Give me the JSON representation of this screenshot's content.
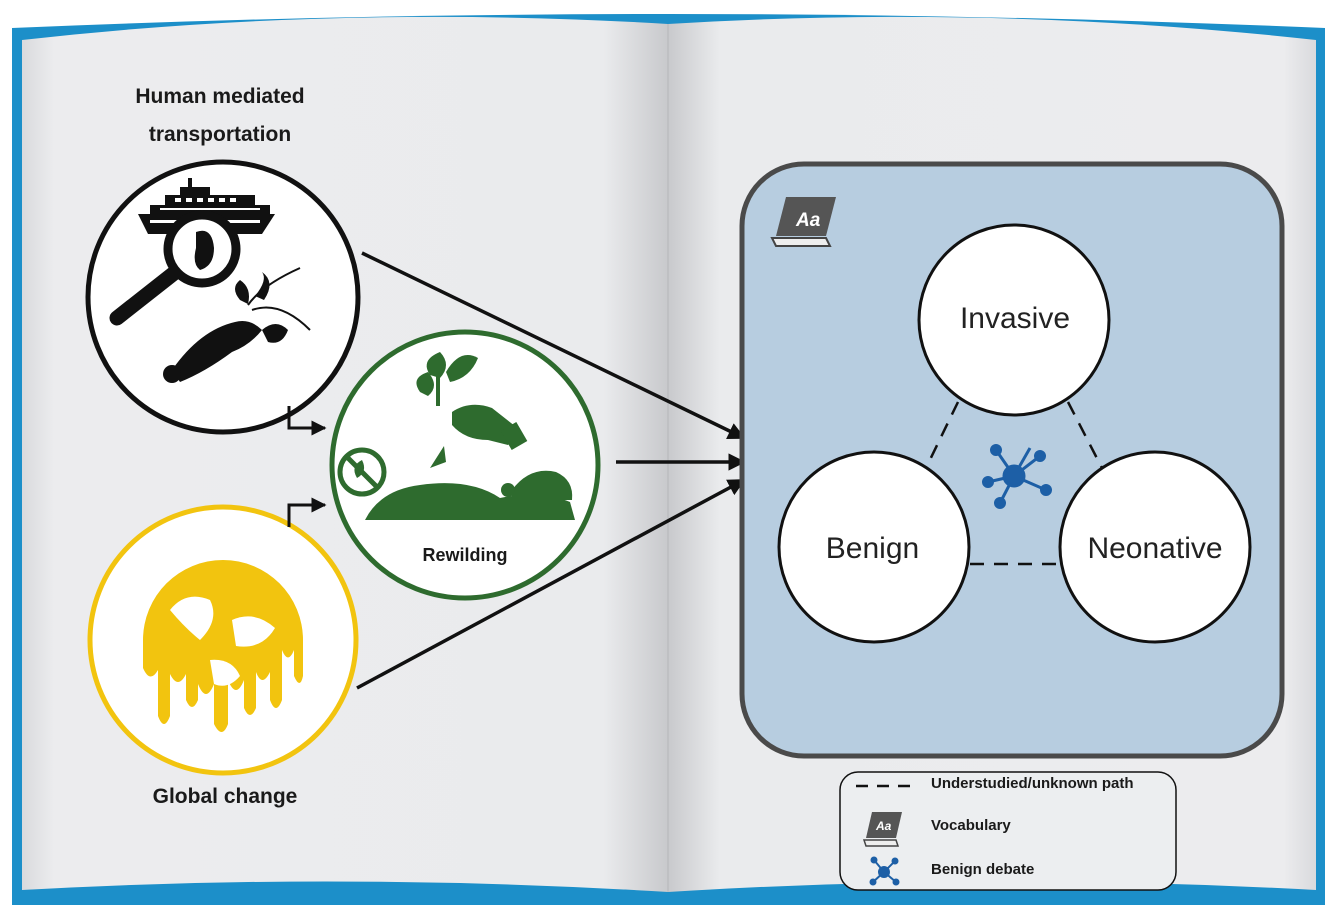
{
  "left_page": {
    "human_transport": {
      "title": "Human mediated transportation",
      "icons": [
        "cruise-ship-icon",
        "magnifier-icon",
        "lobster-icon"
      ]
    },
    "rewilding": {
      "title": "Rewilding",
      "icons": [
        "planting-hand-icon",
        "tortoise-icon",
        "no-plant-icon"
      ]
    },
    "global_change": {
      "title": "Global change",
      "icons": [
        "melting-globe-icon"
      ]
    }
  },
  "right_page": {
    "nodes": {
      "invasive": "Invasive",
      "benign": "Benign",
      "neonative": "Neonative"
    },
    "icons": [
      "vocabulary-book-icon",
      "benign-debate-network-icon"
    ]
  },
  "legend": {
    "dashed": "Understudied/unknown path",
    "vocabulary": "Vocabulary",
    "debate": "Benign debate"
  },
  "colors": {
    "book_cover": "#1c8fc9",
    "page": "#e9eaed",
    "panel_fill": "#b7cde0",
    "panel_stroke": "#4a4a4a",
    "rewilding_green": "#2e6b2e",
    "global_yellow": "#f2c40f",
    "network_blue": "#1d5fa6",
    "ink": "#111111"
  }
}
